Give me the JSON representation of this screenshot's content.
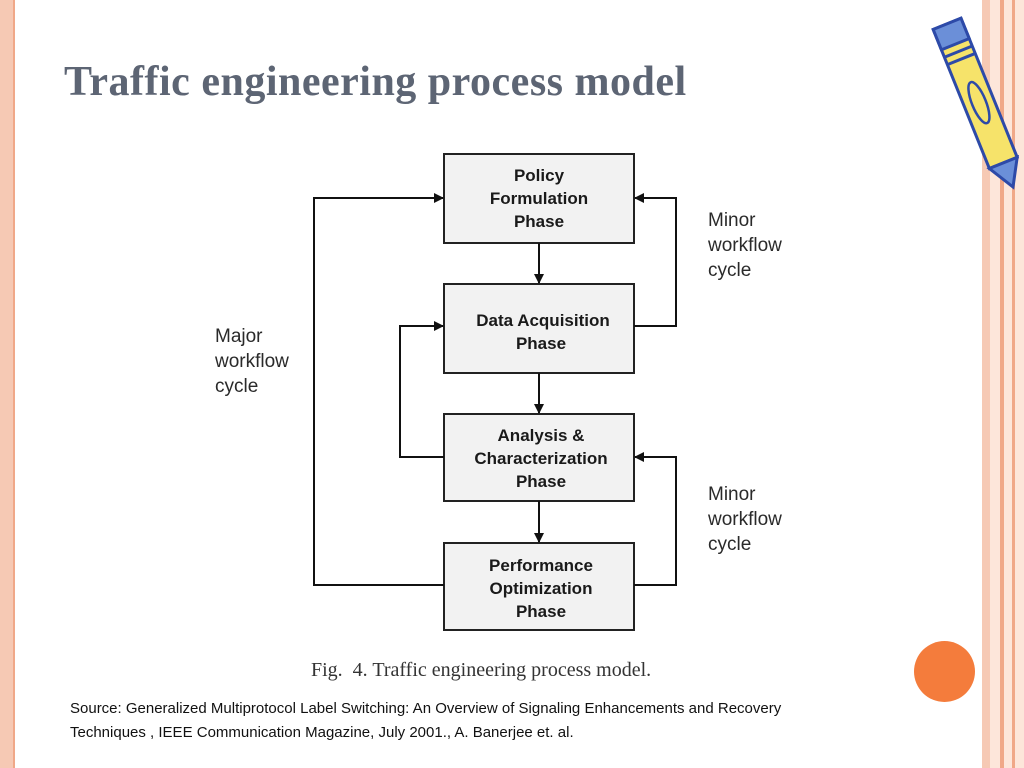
{
  "slide": {
    "title": "Traffic engineering process model",
    "source_line1": "Source: Generalized Multiprotocol Label Switching: An Overview of Signaling Enhancements and Recovery",
    "source_line2": "Techniques , IEEE Communication Magazine, July 2001., A. Banerjee et. al."
  },
  "diagram": {
    "boxes": [
      {
        "lines": [
          "Policy",
          "Formulation",
          "Phase"
        ]
      },
      {
        "lines": [
          "Data Acquisition",
          "Phase"
        ]
      },
      {
        "lines": [
          "Analysis &",
          "Characterization",
          "Phase"
        ]
      },
      {
        "lines": [
          "Performance",
          "Optimization",
          "Phase"
        ]
      }
    ],
    "major_cycle": [
      "Major",
      "workflow",
      "cycle"
    ],
    "minor_cycle_top": [
      "Minor",
      "workflow",
      "cycle"
    ],
    "minor_cycle_bottom": [
      "Minor",
      "workflow",
      "cycle"
    ],
    "caption": "Fig.  4. Traffic engineering process model."
  },
  "colors": {
    "accent_orange": "#f47c3c",
    "stripe_peach": "#f6c9b4",
    "title_gray": "#5d6574",
    "box_fill": "#f2f2f2"
  }
}
